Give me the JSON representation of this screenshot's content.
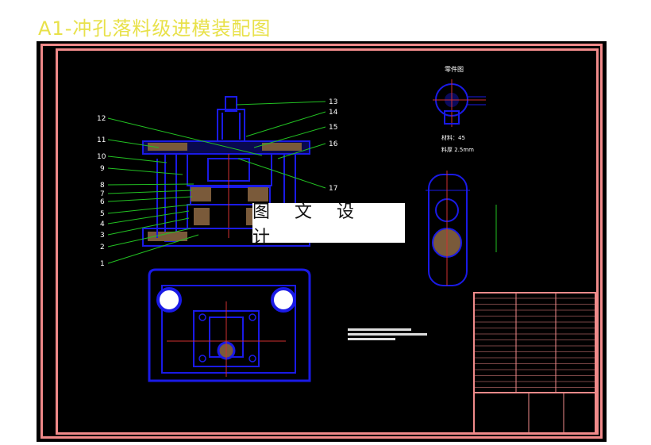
{
  "title": "A1-冲孔落料级进模装配图",
  "watermark": "图 文 设 计",
  "callouts": [
    "1",
    "2",
    "3",
    "4",
    "5",
    "6",
    "7",
    "8",
    "9",
    "10",
    "11",
    "12",
    "13",
    "14",
    "15",
    "16",
    "17"
  ],
  "part_drawing": {
    "label": "零件图",
    "material_line": "材料：45",
    "thickness_line": "料厚 2.5mm"
  },
  "colors": {
    "sheet": "#000000",
    "frame": "#f08a8a",
    "parts": "#1a1ae6",
    "leaders": "#22c022",
    "centerline": "#d03030",
    "title": "#e8e14a"
  }
}
